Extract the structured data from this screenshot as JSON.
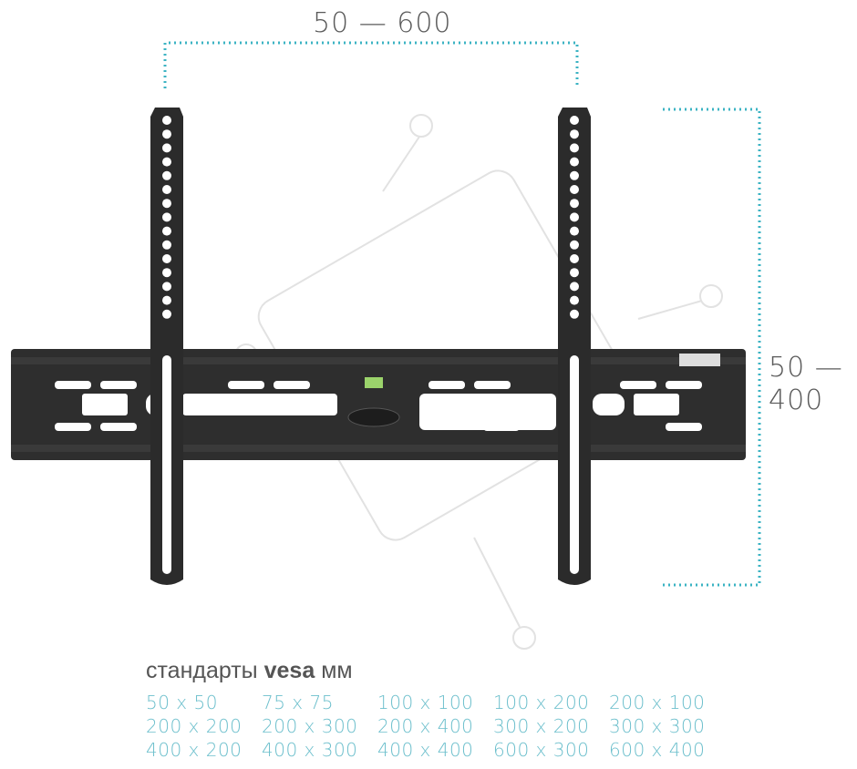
{
  "dimensions": {
    "width_label": "50 — 600",
    "height_label_line1": "50 —",
    "height_label_line2": "400"
  },
  "vesa": {
    "title_prefix": "стандарты",
    "title_bold": "vesa",
    "title_suffix": "мм",
    "sizes": [
      [
        "50 x 50",
        "75 x 75",
        "100 x 100",
        "100 x 200",
        "200 x 100"
      ],
      [
        "200 x 200",
        "200 x 300",
        "200 x 400",
        "300 x 200",
        "300 x 300"
      ],
      [
        "400 x 200",
        "400 x 300",
        "400 x 400",
        "600 x 300",
        "600 x 400"
      ]
    ]
  },
  "colors": {
    "accent": "#3bb3c3",
    "metal": "#2b2b2b"
  }
}
